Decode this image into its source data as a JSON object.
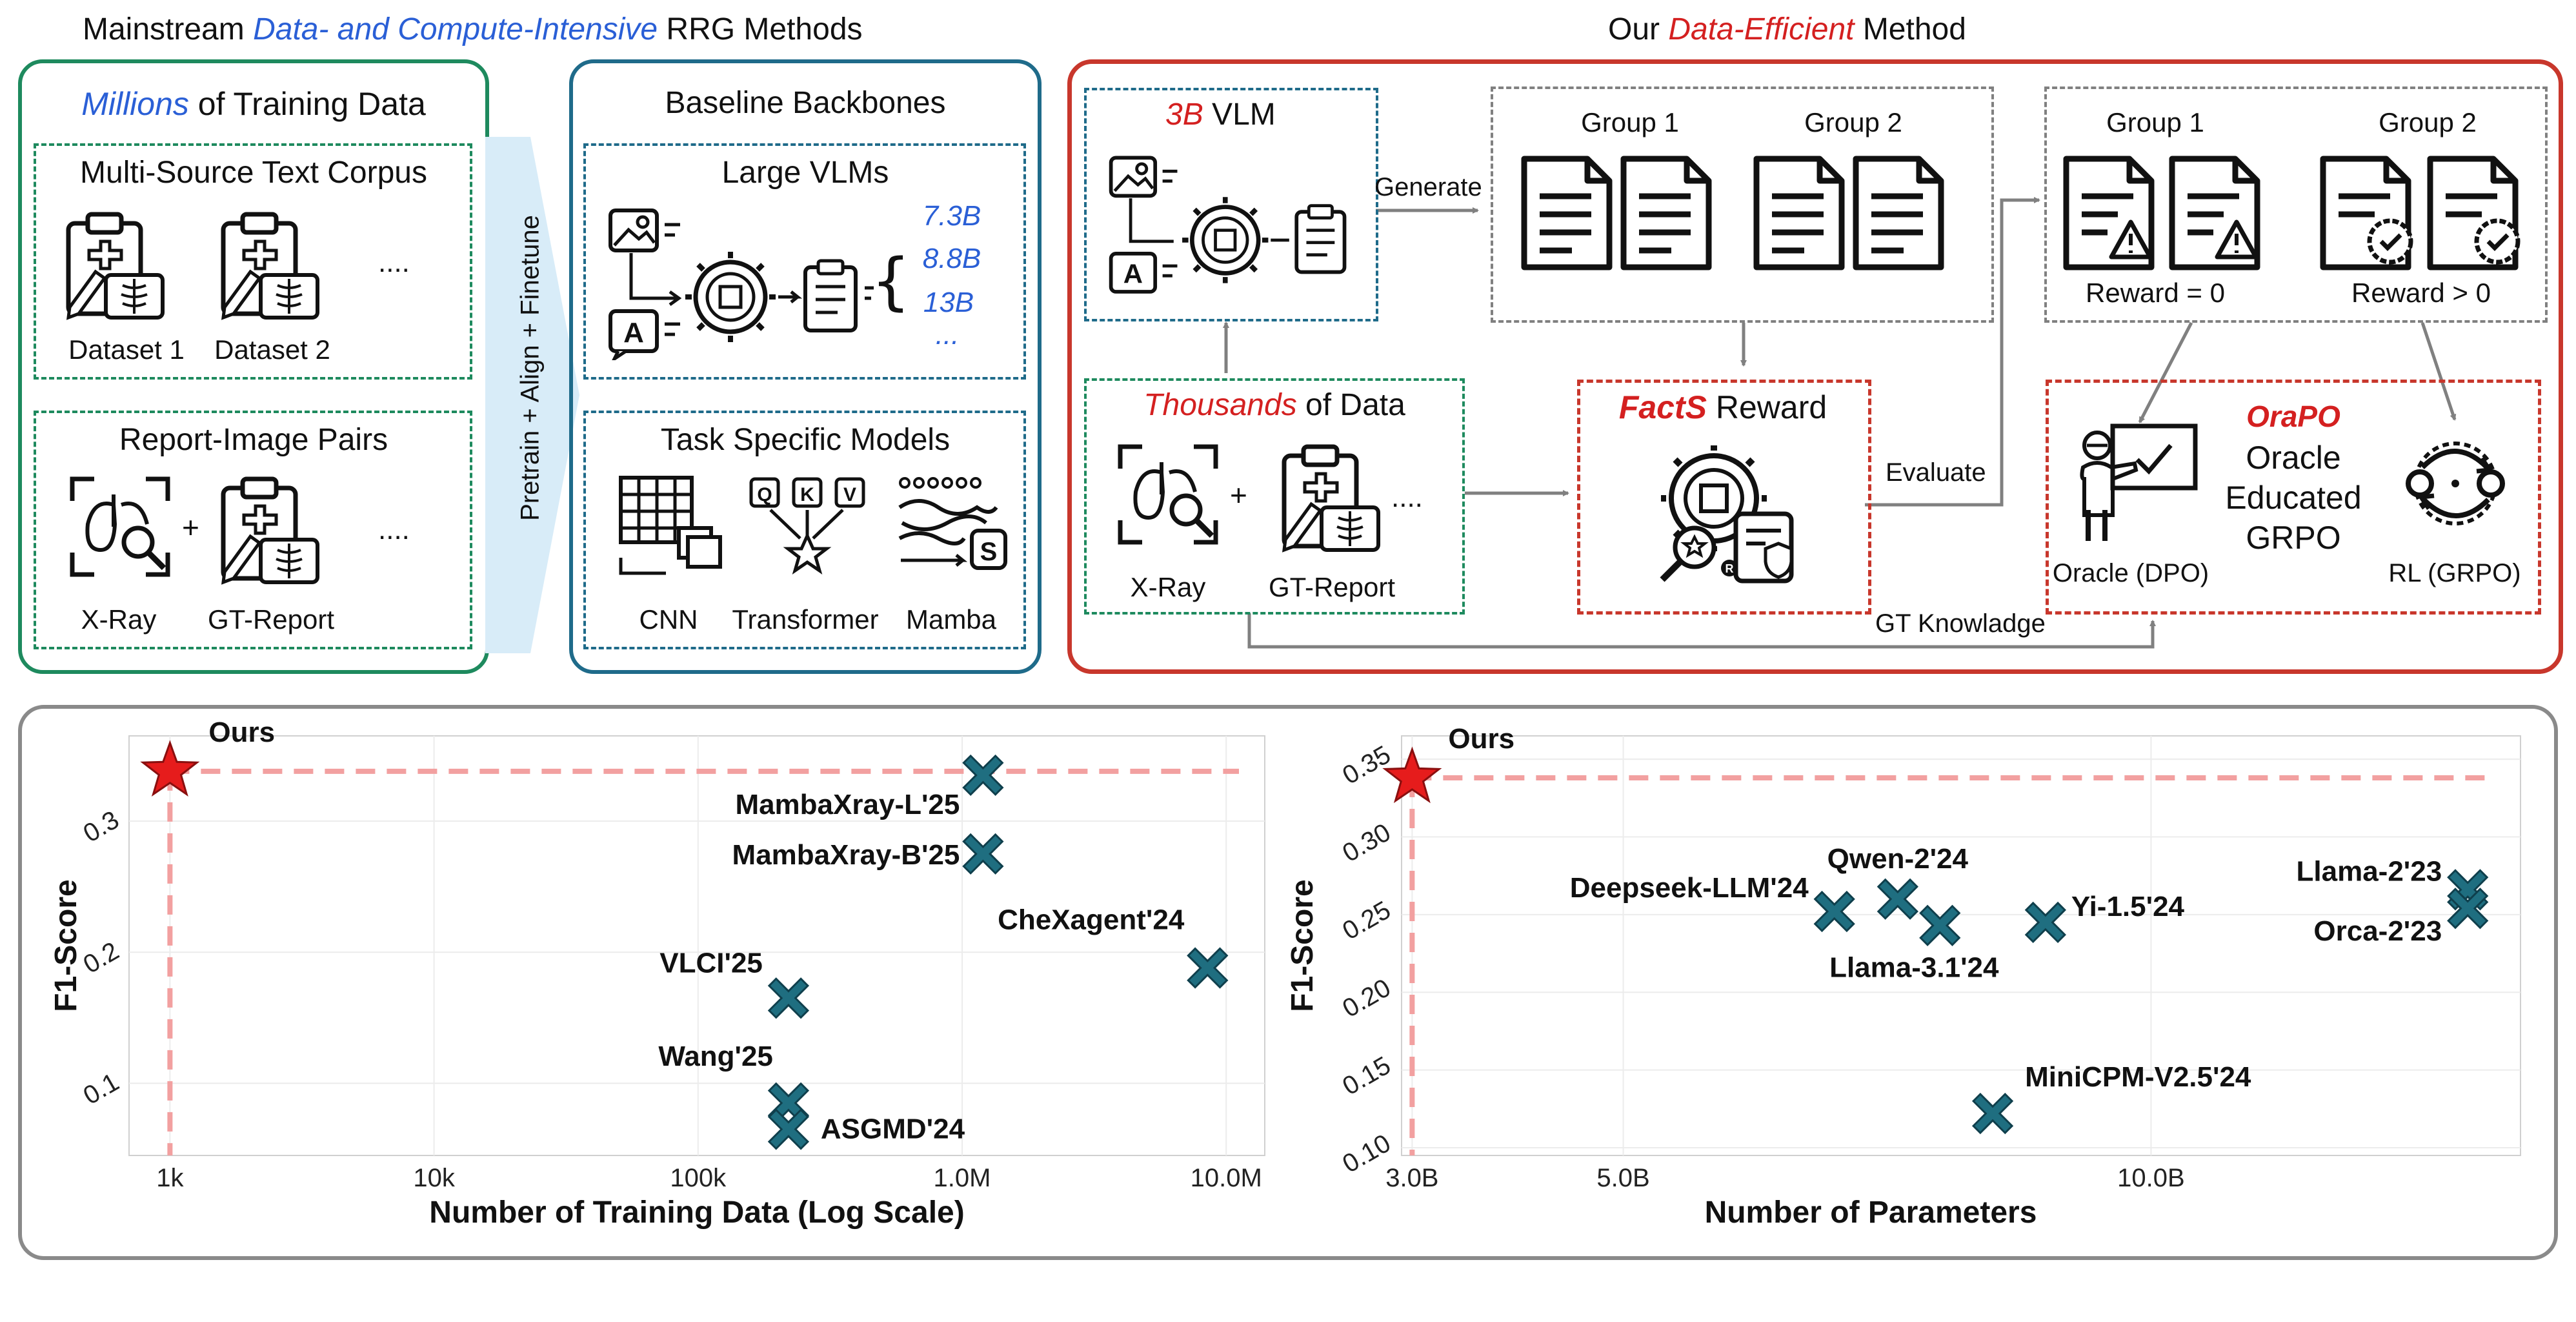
{
  "top": {
    "left_heading": {
      "pre": "Mainstream ",
      "highlight": "Data- and Compute-Intensive",
      "post": " RRG Methods"
    },
    "right_heading": {
      "pre": "Our ",
      "highlight": "Data-Efficient",
      "post": " Method"
    }
  },
  "training": {
    "title": {
      "highlight": "Millions",
      "post": " of Training Data"
    },
    "text_corpus": {
      "title": "Multi-Source Text Corpus",
      "dataset1": "Dataset 1",
      "dataset2": "Dataset 2",
      "ellipsis": "...."
    },
    "pairs": {
      "title": "Report-Image Pairs",
      "xray": "X-Ray",
      "report": "GT-Report",
      "plus": "+",
      "ellipsis": "...."
    }
  },
  "arrow_label": "Pretrain + Align + Finetune",
  "backbones": {
    "title": "Baseline Backbones",
    "large_vlms": {
      "title": "Large VLMs",
      "sizes": [
        "7.3B",
        "8.8B",
        "13B",
        "..."
      ]
    },
    "task_models": {
      "title": "Task Specific Models",
      "cnn": "CNN",
      "transformer": "Transformer",
      "mamba": "Mamba",
      "qkv": [
        "Q",
        "K",
        "V"
      ]
    }
  },
  "ours": {
    "vlm": {
      "highlight": "3B",
      "post": " VLM"
    },
    "generate": "Generate",
    "group1": "Group 1",
    "group2": "Group 2",
    "data": {
      "highlight": "Thousands",
      "post": " of Data",
      "xray": "X-Ray",
      "report": "GT-Report",
      "plus": "+",
      "ellipsis": "...."
    },
    "reward": {
      "highlight": "FactS",
      "post": " Reward"
    },
    "evaluate": "Evaluate",
    "gt_knowledge": "GT Knowladge",
    "reward0": "Reward = 0",
    "reward_pos": "Reward > 0",
    "orapo": {
      "title": "OraPO",
      "line1": "Oracle",
      "line2": "Educated",
      "line3": "GRPO",
      "oracle": "Oracle (DPO)",
      "rl": "RL (GRPO)"
    }
  },
  "colors": {
    "green": "#1e8a5e",
    "teal": "#1f6b8a",
    "red": "#c8372c",
    "marker": "#1f6e80",
    "star": "#e61c1c",
    "ref_line": "#f2a0a0"
  },
  "chart_data": [
    {
      "type": "scatter",
      "xlabel": "Number of Training Data (Log Scale)",
      "ylabel": "F1-Score",
      "x_scale": "log",
      "x_ticks": [
        "1k",
        "10k",
        "100k",
        "1.0M",
        "10.0M"
      ],
      "y_ticks": [
        "0.1",
        "0.2",
        "0.3"
      ],
      "ylim": [
        0.045,
        0.365
      ],
      "grid": true,
      "points": [
        {
          "label": "Ours",
          "x": 1000,
          "y": 0.338,
          "marker": "star"
        },
        {
          "label": "MambaXray-L'25",
          "x": 1200000,
          "y": 0.335
        },
        {
          "label": "MambaXray-B'25",
          "x": 1200000,
          "y": 0.275
        },
        {
          "label": "CheXagent'24",
          "x": 8500000,
          "y": 0.188
        },
        {
          "label": "VLCI'25",
          "x": 220000,
          "y": 0.165
        },
        {
          "label": "Wang'25",
          "x": 220000,
          "y": 0.085
        },
        {
          "label": "ASGMD'24",
          "x": 220000,
          "y": 0.065
        }
      ]
    },
    {
      "type": "scatter",
      "xlabel": "Number of Parameters",
      "ylabel": "F1-Score",
      "x_ticks": [
        "3.0B",
        "5.0B",
        "10.0B"
      ],
      "y_ticks": [
        "0.10",
        "0.15",
        "0.20",
        "0.25",
        "0.30",
        "0.35"
      ],
      "ylim": [
        0.095,
        0.365
      ],
      "grid": true,
      "points": [
        {
          "label": "Ours",
          "x": 3.0,
          "y": 0.338,
          "marker": "star"
        },
        {
          "label": "Qwen-2'24",
          "x": 7.6,
          "y": 0.26
        },
        {
          "label": "Deepseek-LLM'24",
          "x": 7.0,
          "y": 0.252
        },
        {
          "label": "Llama-3.1'24",
          "x": 8.0,
          "y": 0.243
        },
        {
          "label": "Yi-1.5'24",
          "x": 9.0,
          "y": 0.245
        },
        {
          "label": "Llama-2'23",
          "x": 13.0,
          "y": 0.266
        },
        {
          "label": "Orca-2'23",
          "x": 13.0,
          "y": 0.254
        },
        {
          "label": "MiniCPM-V2.5'24",
          "x": 8.5,
          "y": 0.122
        }
      ]
    }
  ]
}
